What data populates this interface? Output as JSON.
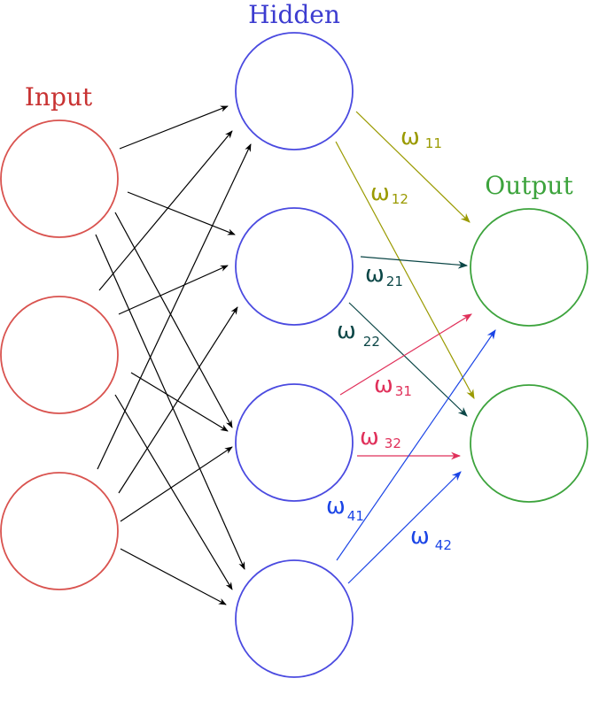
{
  "labels": {
    "input": "Input",
    "hidden": "Hidden",
    "output": "Output"
  },
  "colors": {
    "input": "#d9534f",
    "hidden": "#4a4ae0",
    "output": "#3ca33c",
    "arrow_input": "#000000",
    "w1": "#9a9a00",
    "w2": "#0b4646",
    "w3": "#e0305a",
    "w4": "#1a44e6"
  },
  "weights": {
    "w11": {
      "symbol": "ω",
      "sub": "11"
    },
    "w12": {
      "symbol": "ω",
      "sub": "12"
    },
    "w21": {
      "symbol": "ω",
      "sub": "21"
    },
    "w22": {
      "symbol": "ω",
      "sub": "22"
    },
    "w31": {
      "symbol": "ω",
      "sub": "31"
    },
    "w32": {
      "symbol": "ω",
      "sub": "32"
    },
    "w41": {
      "symbol": "ω",
      "sub": "41"
    },
    "w42": {
      "symbol": "ω",
      "sub": "42"
    }
  }
}
